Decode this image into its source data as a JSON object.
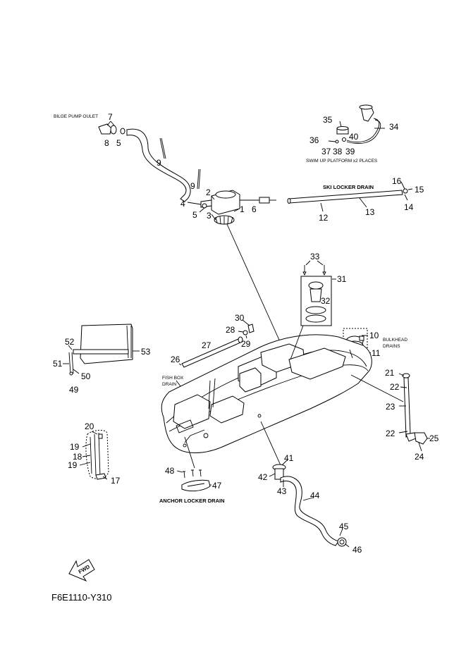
{
  "captions": {
    "bilge_pump_outlet": "BILGE PUMP OULET",
    "swim_up_platform": "SWIM UP PLATFORM x2 PLACES",
    "ski_locker_drain": "SKI LOCKER DRAIN",
    "fish_box_drain_1": "FISH BOX",
    "fish_box_drain_2": "DRAIN",
    "bulkhead_drains_1": "BULKHEAD",
    "bulkhead_drains_2": "DRAINS",
    "anchor_locker_drain": "ANCHOR LOCKER DRAIN",
    "fwd": "FWD",
    "diagram_code": "F6E1110-Y310"
  },
  "part_numbers": {
    "p1": "1",
    "p2": "2",
    "p3": "3",
    "p4": "4",
    "p5a": "5",
    "p5b": "5",
    "p6": "6",
    "p7": "7",
    "p8": "8",
    "p9a": "9",
    "p9b": "9",
    "p10": "10",
    "p11": "11",
    "p12": "12",
    "p13": "13",
    "p14": "14",
    "p15": "15",
    "p16": "16",
    "p17": "17",
    "p18": "18",
    "p19a": "19",
    "p19b": "19",
    "p20": "20",
    "p21": "21",
    "p22a": "22",
    "p22b": "22",
    "p23": "23",
    "p24": "24",
    "p25": "25",
    "p26": "26",
    "p27": "27",
    "p28": "28",
    "p29": "29",
    "p30": "30",
    "p31": "31",
    "p32": "32",
    "p33": "33",
    "p34": "34",
    "p35": "35",
    "p36": "36",
    "p37": "37",
    "p38": "38",
    "p39": "39",
    "p40": "40",
    "p41": "41",
    "p42": "42",
    "p43": "43",
    "p44": "44",
    "p45": "45",
    "p46": "46",
    "p47": "47",
    "p48": "48",
    "p49": "49",
    "p50": "50",
    "p51": "51",
    "p52": "52",
    "p53": "53"
  }
}
